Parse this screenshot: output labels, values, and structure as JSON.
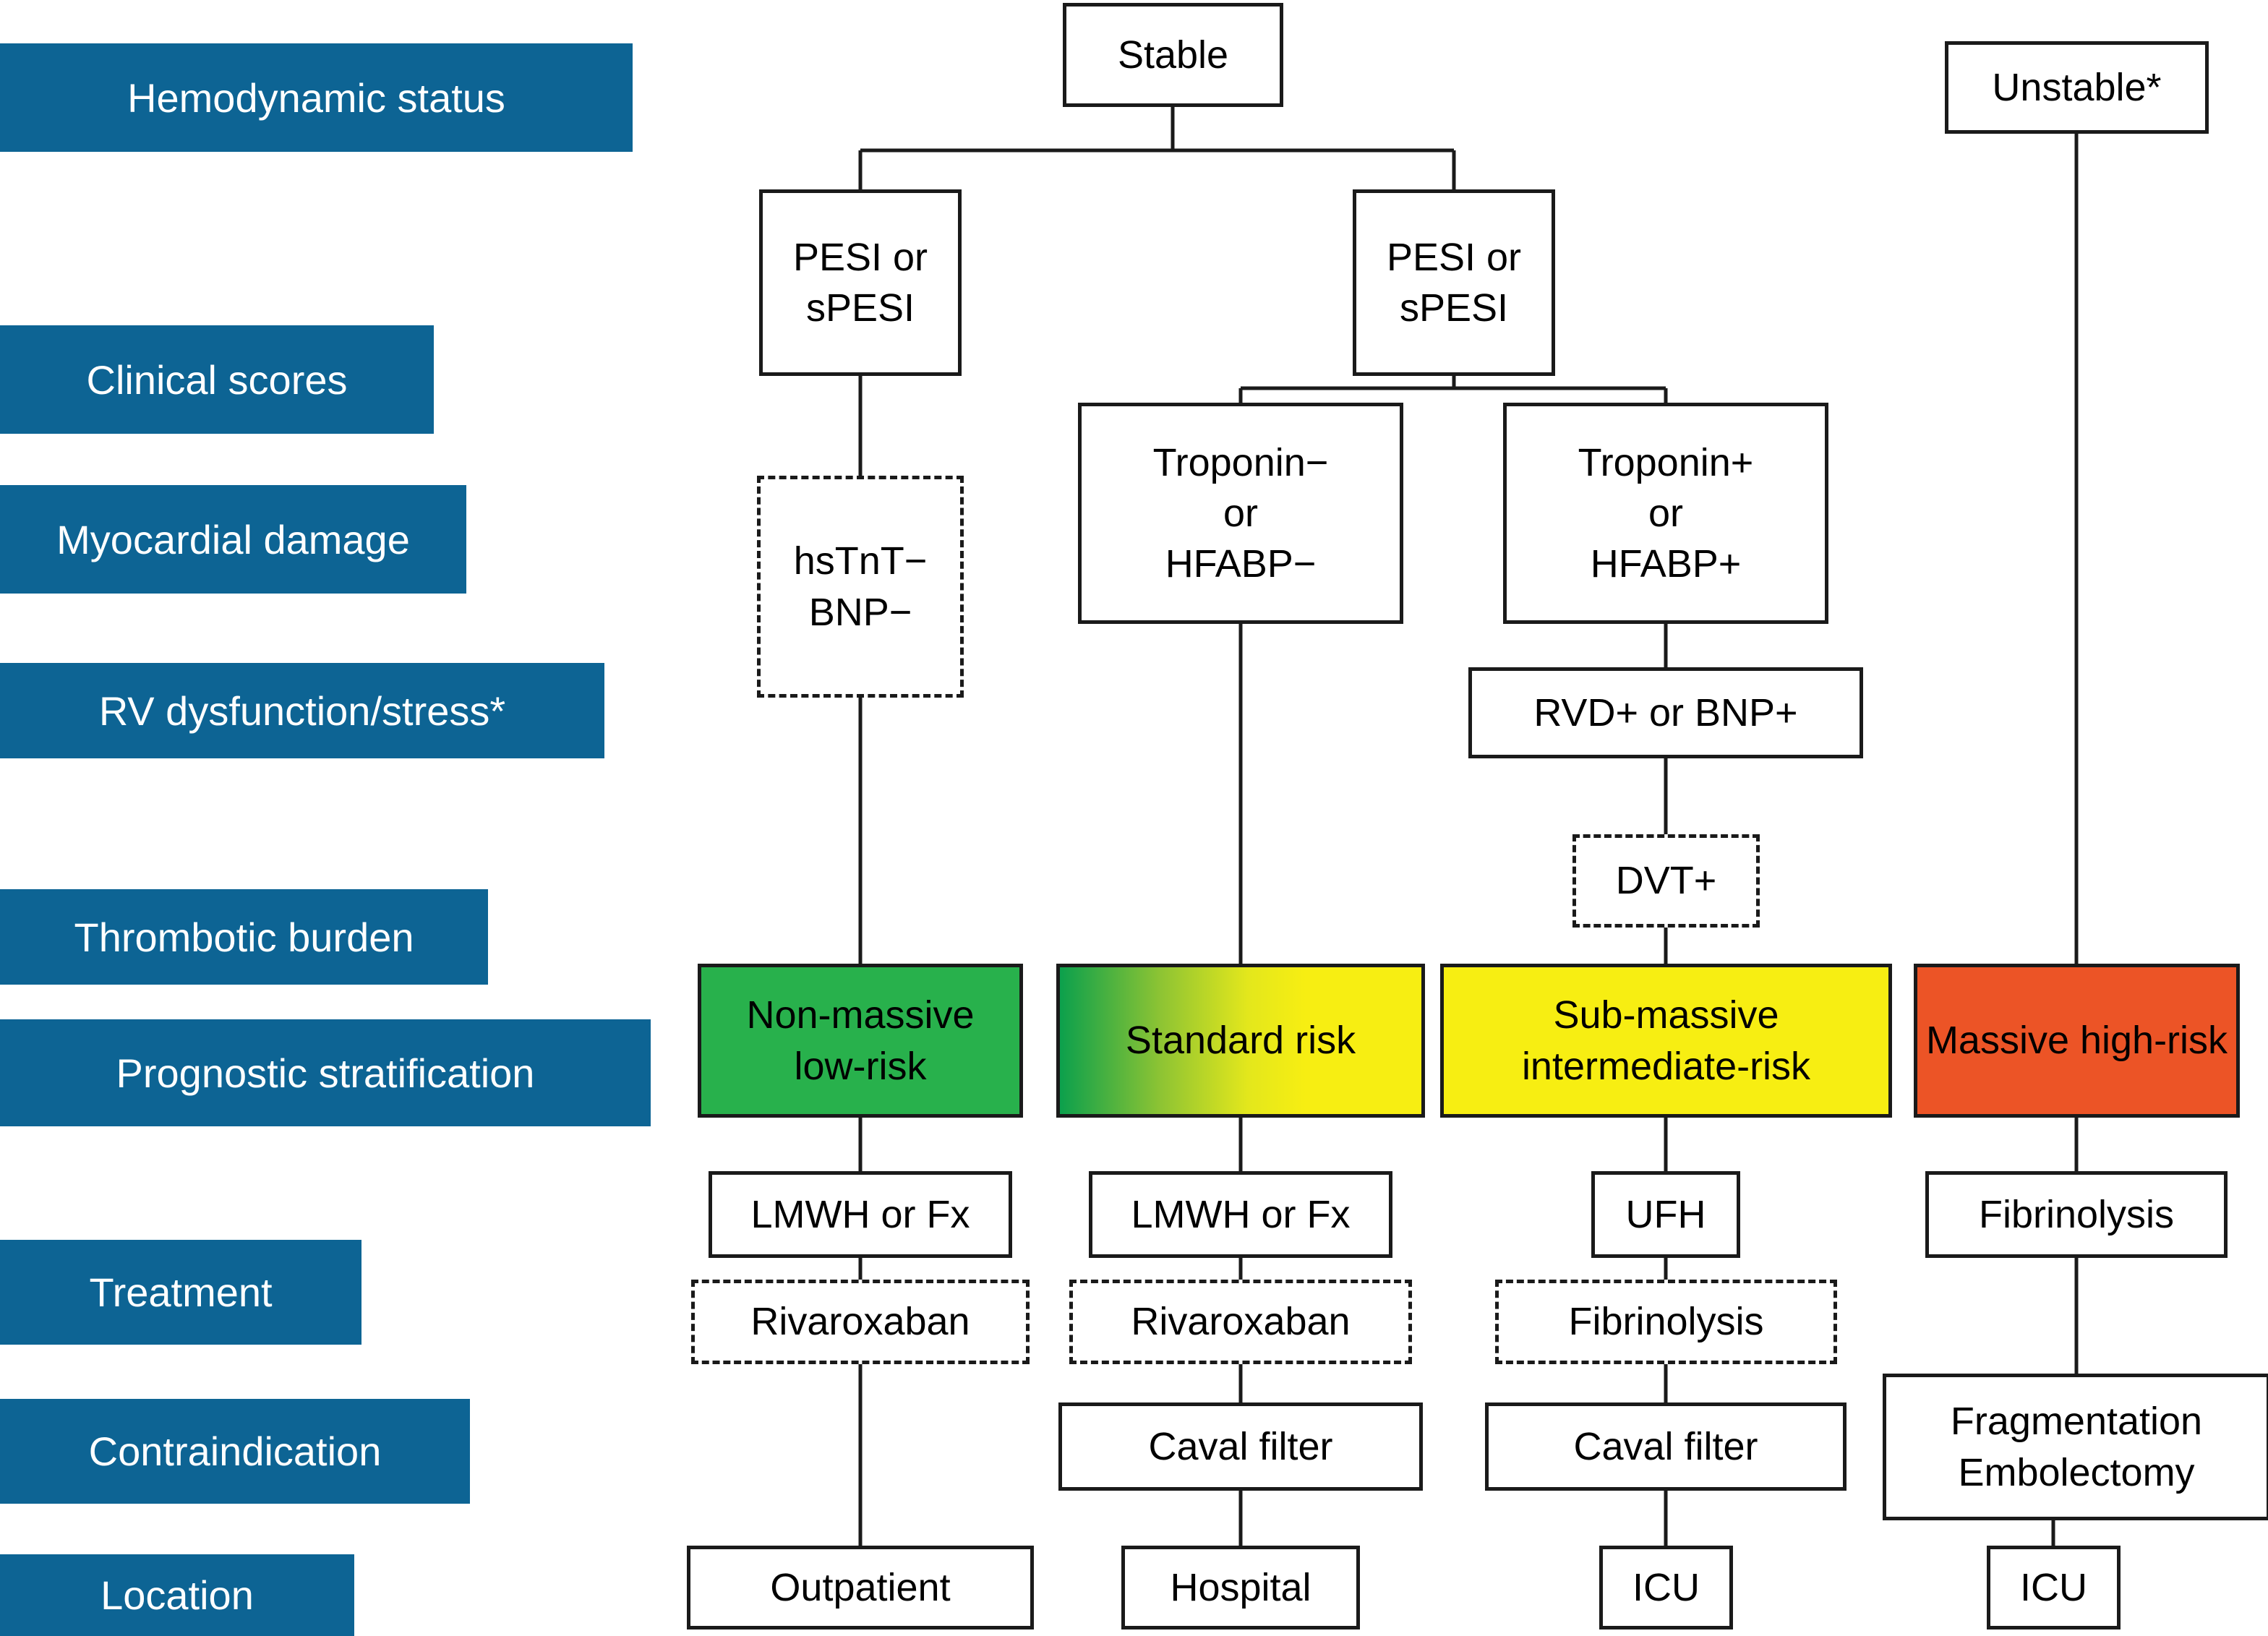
{
  "colors": {
    "label_bar_blue": "#0d6494",
    "low_risk_green": "#28b14c",
    "intermediate_risk_yellow": "#f7ee12",
    "high_risk_orange": "#ec5426",
    "line_black": "#1a1a1a"
  },
  "row_labels": [
    {
      "id": "hemodynamic-status",
      "label": "Hemodynamic status"
    },
    {
      "id": "clinical-scores",
      "label": "Clinical scores"
    },
    {
      "id": "myocardial-damage",
      "label": "Myocardial damage"
    },
    {
      "id": "rv-dysfunction-stress",
      "label": "RV dysfunction/stress*"
    },
    {
      "id": "thrombotic-burden",
      "label": "Thrombotic burden"
    },
    {
      "id": "prognostic-stratification",
      "label": "Prognostic stratification"
    },
    {
      "id": "treatment",
      "label": "Treatment"
    },
    {
      "id": "contraindication",
      "label": "Contraindication"
    },
    {
      "id": "location",
      "label": "Location"
    }
  ],
  "nodes": {
    "stable": {
      "label": "Stable"
    },
    "unstable": {
      "label": "Unstable*"
    },
    "pesi_left": {
      "label": "PESI or\nsPESI"
    },
    "pesi_right": {
      "label": "PESI or\nsPESI"
    },
    "hstnt_bnp_neg": {
      "label": "hsTnT−\nBNP−"
    },
    "troponin_neg": {
      "label": "Troponin−\nor\nHFABP−"
    },
    "troponin_pos": {
      "label": "Troponin+\nor\nHFABP+"
    },
    "rvd_or_bnp_pos": {
      "label": "RVD+ or BNP+"
    },
    "dvt_pos": {
      "label": "DVT+"
    },
    "non_massive_low_risk": {
      "label": "Non-massive\nlow-risk"
    },
    "standard_risk": {
      "label": "Standard risk"
    },
    "sub_massive_intermediate_risk": {
      "label": "Sub-massive\nintermediate-risk"
    },
    "massive_high_risk": {
      "label": "Massive high-risk"
    },
    "lmwh_fx_1": {
      "label": "LMWH or Fx"
    },
    "lmwh_fx_2": {
      "label": "LMWH or Fx"
    },
    "ufh": {
      "label": "UFH"
    },
    "fibrinolysis_treatment": {
      "label": "Fibrinolysis"
    },
    "rivaroxaban_1": {
      "label": "Rivaroxaban"
    },
    "rivaroxaban_2": {
      "label": "Rivaroxaban"
    },
    "fibrinolysis_alternative": {
      "label": "Fibrinolysis"
    },
    "caval_filter_1": {
      "label": "Caval filter"
    },
    "caval_filter_2": {
      "label": "Caval filter"
    },
    "fragmentation_embolectomy": {
      "label": "Fragmentation\nEmbolectomy"
    },
    "outpatient": {
      "label": "Outpatient"
    },
    "hospital": {
      "label": "Hospital"
    },
    "icu_1": {
      "label": "ICU"
    },
    "icu_2": {
      "label": "ICU"
    }
  }
}
